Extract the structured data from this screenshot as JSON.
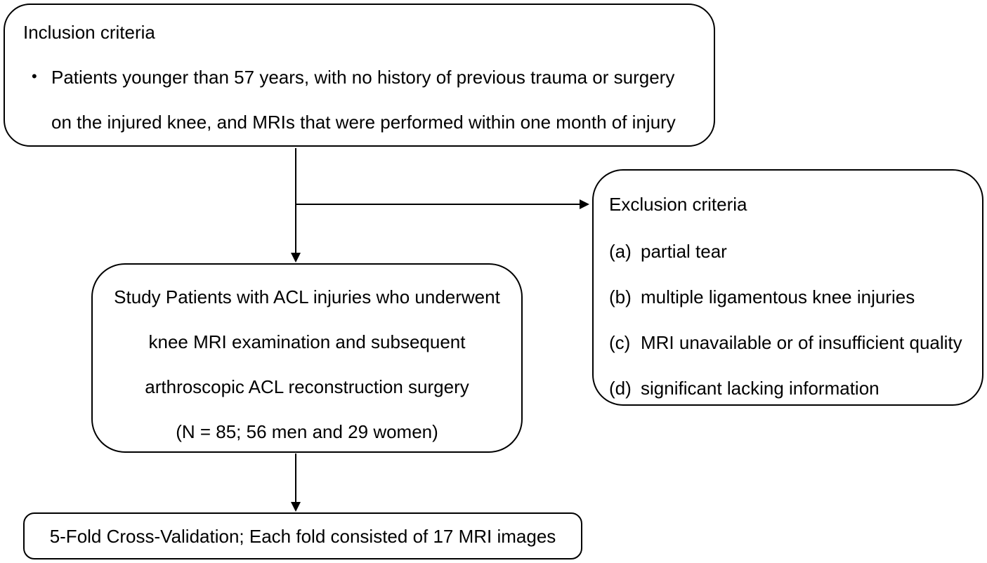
{
  "figure": {
    "background_color": "#ffffff",
    "line_color": "#000000",
    "text_color": "#000000"
  },
  "inclusion_box": {
    "title": "Inclusion criteria",
    "bullet_glyph": "•",
    "item_lines": [
      "Patients younger than 57 years, with no history of previous trauma or surgery",
      "on the injured knee, and MRIs that were performed within one month of injury"
    ]
  },
  "exclusion_box": {
    "title": "Exclusion criteria",
    "items": [
      {
        "label": "(a)",
        "text": "partial tear"
      },
      {
        "label": "(b)",
        "text": "multiple ligamentous knee injuries"
      },
      {
        "label": "(c)",
        "text": "MRI unavailable or of insufficient quality"
      },
      {
        "label": "(d)",
        "text": "significant lacking information"
      }
    ]
  },
  "study_box": {
    "lines": [
      "Study Patients with ACL injuries who underwent",
      "knee MRI examination and subsequent",
      "arthroscopic ACL reconstruction surgery",
      "(N = 85; 56 men and 29 women)"
    ]
  },
  "cv_box": {
    "text": "5-Fold Cross-Validation; Each fold consisted of 17 MRI images"
  }
}
